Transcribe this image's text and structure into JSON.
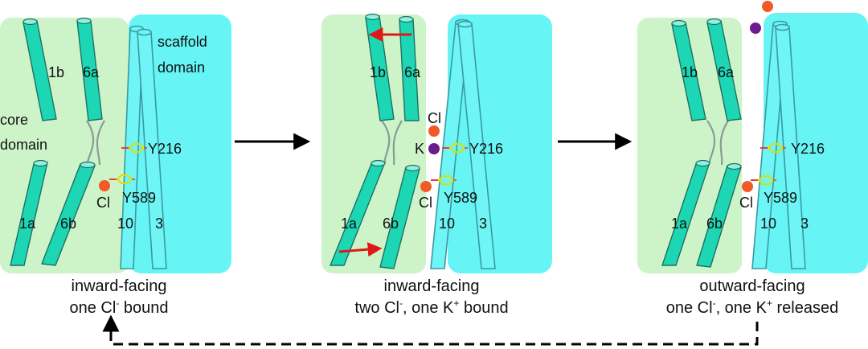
{
  "colors": {
    "core_domain_fill": "#cdf4c8",
    "scaffold_domain_fill": "#66f4f4",
    "helix_fill": "#1dd6b4",
    "helix_top_fill": "#8ff0dc",
    "scaffold_helix_fill": "#6ff5f5",
    "chloride": "#f15a24",
    "potassium": "#6a1b8f",
    "residue_ring": "#f4f400",
    "arrow_red": "#e01818",
    "arrow_black": "#000000"
  },
  "icons": [
    "chloride-ion-dot",
    "potassium-ion-dot",
    "tyrosine-residue-icon",
    "red-motion-arrow",
    "black-transition-arrow"
  ],
  "labels": {
    "helix_1b": "1b",
    "helix_6a": "6a",
    "helix_1a": "1a",
    "helix_6b": "6b",
    "helix_10": "10",
    "helix_3": "3",
    "core_domain_line1": "core",
    "core_domain_line2": "domain",
    "scaffold_domain_line1": "scaffold",
    "scaffold_domain_line2": "domain",
    "residue_upper": "Y216",
    "residue_lower": "Y589",
    "cl": "Cl",
    "k": "K"
  },
  "states": [
    {
      "caption_line1": "inward-facing",
      "caption_line2_pre": "one Cl",
      "caption_line2_sup": "-",
      "caption_line2_post": " bound"
    },
    {
      "caption_line1": "inward-facing",
      "caption_line2_pre": "two Cl",
      "caption_line2_sup": "-",
      "caption_line2_mid": ", one K",
      "caption_line2_sup2": "+",
      "caption_line2_post": " bound"
    },
    {
      "caption_line1": "outward-facing",
      "caption_line2_pre": "one Cl",
      "caption_line2_sup": "-",
      "caption_line2_mid": ", one K",
      "caption_line2_sup2": "+",
      "caption_line2_post": " released"
    }
  ]
}
